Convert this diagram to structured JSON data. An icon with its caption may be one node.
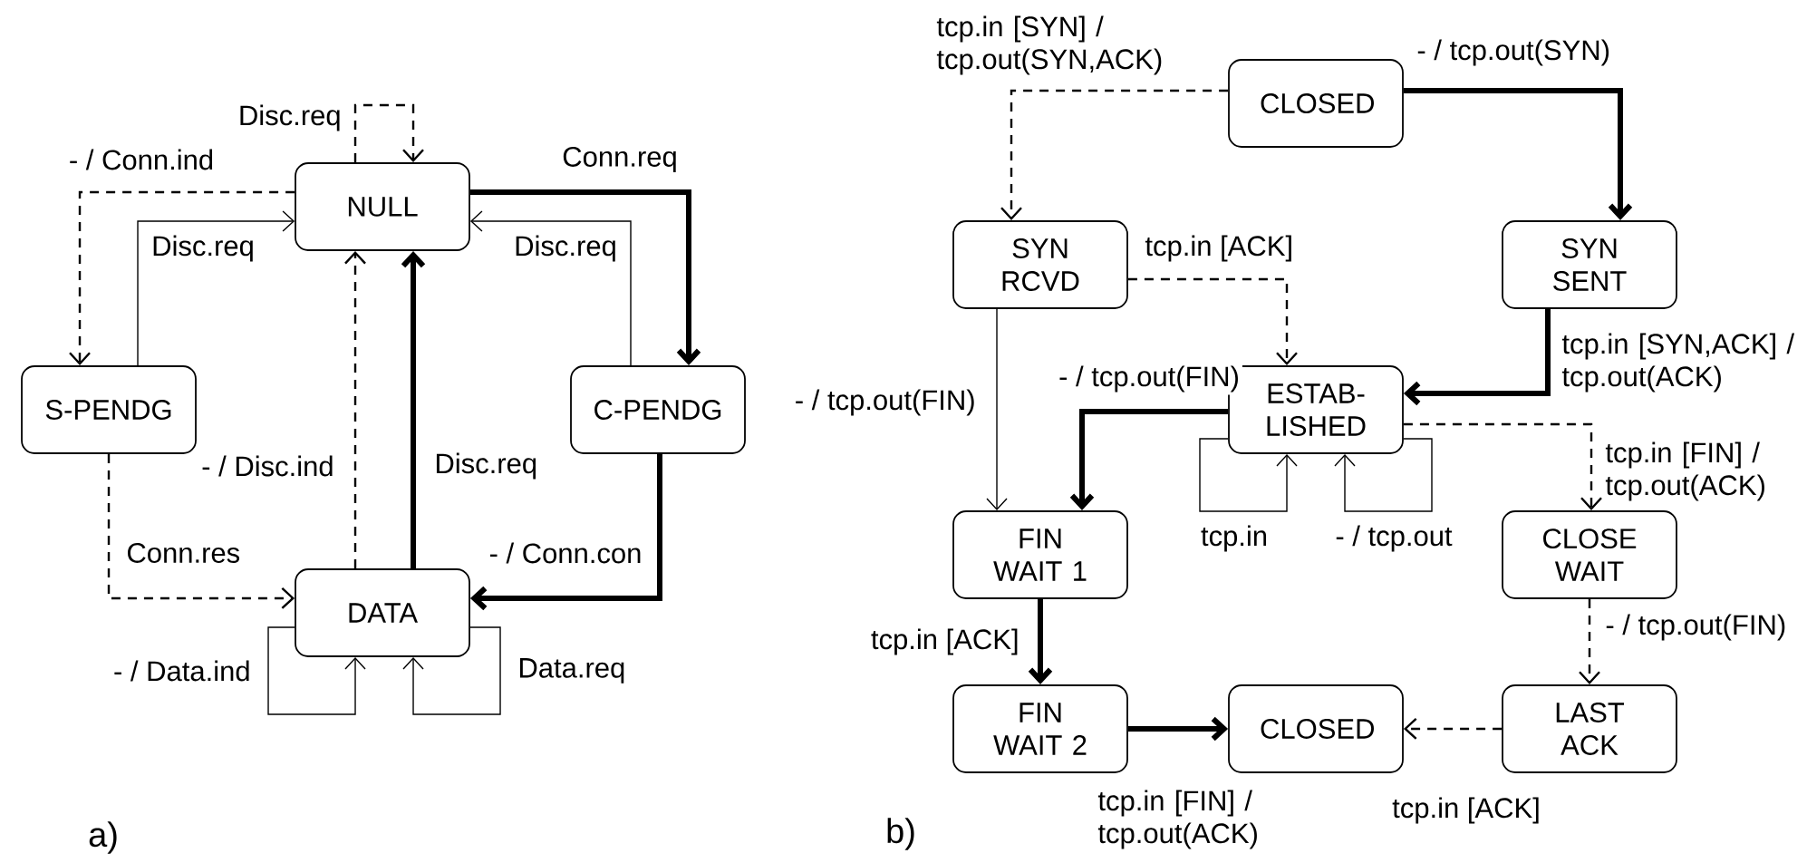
{
  "diagram": {
    "nodes": [
      {
        "text": [
          "NULL"
        ]
      },
      {
        "text": [
          "S-PENDG"
        ]
      },
      {
        "text": [
          "C-PENDG"
        ]
      },
      {
        "text": [
          "DATA"
        ]
      },
      {
        "text": [
          "CLOSED"
        ]
      },
      {
        "text": [
          "SYN RCVD"
        ]
      },
      {
        "text": [
          "SYN SENT"
        ]
      },
      {
        "text": [
          "ESTAB- LISHED"
        ]
      },
      {
        "text": [
          "FIN WAIT 1"
        ]
      },
      {
        "text": [
          "CLOSE WAIT"
        ]
      },
      {
        "text": [
          "FIN WAIT 2"
        ]
      },
      {
        "text": [
          "CLOSED"
        ]
      },
      {
        "text": [
          "LAST ACK"
        ]
      }
    ],
    "edges": [
      {
        "from": 0,
        "to": 1,
        "arrow": "to",
        "label": "- / Conn.ind",
        "style": "dashed"
      },
      {
        "from": 1,
        "to": 0,
        "arrow": "to",
        "label": "Disc.req"
      },
      {
        "from": 0,
        "to": 0,
        "arrow": "to",
        "label": "Disc.req",
        "style": "dashed"
      },
      {
        "from": 0,
        "to": 2,
        "arrow": "to",
        "label": "Conn.req",
        "style": "thick"
      },
      {
        "from": 2,
        "to": 0,
        "arrow": "to",
        "label": "Disc.req"
      },
      {
        "from": 3,
        "to": 0,
        "arrow": "to",
        "label": "- / Disc.ind",
        "style": "dashed"
      },
      {
        "from": 3,
        "to": 0,
        "arrow": "to",
        "label": "Disc.req",
        "style": "thick"
      },
      {
        "from": 1,
        "to": 3,
        "arrow": "to",
        "label": "Conn.res",
        "style": "dashed"
      },
      {
        "from": 2,
        "to": 3,
        "arrow": "to",
        "label": "- / Conn.con",
        "style": "thick"
      },
      {
        "from": 3,
        "to": 3,
        "arrow": "to",
        "label": "- / Data.ind"
      },
      {
        "from": 3,
        "to": 3,
        "arrow": "to",
        "label": "Data.req"
      },
      {
        "from": 4,
        "to": 5,
        "arrow": "to",
        "label": "tcp.in [SYN] / tcp.out(SYN,ACK)",
        "style": "dashed"
      },
      {
        "from": 4,
        "to": 6,
        "arrow": "to",
        "label": "- / tcp.out(SYN)",
        "style": "thick"
      },
      {
        "from": 5,
        "to": 7,
        "arrow": "to",
        "label": "tcp.in [ACK]",
        "style": "dashed"
      },
      {
        "from": 6,
        "to": 7,
        "arrow": "to",
        "label": "tcp.in [SYN,ACK] / tcp.out(ACK)",
        "style": "thick"
      },
      {
        "from": 5,
        "to": 8,
        "arrow": "to",
        "label": "- / tcp.out(FIN)"
      },
      {
        "from": 7,
        "to": 8,
        "arrow": "to",
        "label": "- / tcp.out(FIN)",
        "style": "thick"
      },
      {
        "from": 7,
        "to": 9,
        "arrow": "to",
        "label": "tcp.in [FIN] / tcp.out(ACK)",
        "style": "dashed"
      },
      {
        "from": 7,
        "to": 7,
        "arrow": "to",
        "label": "tcp.in"
      },
      {
        "from": 7,
        "to": 7,
        "arrow": "to",
        "label": "- / tcp.out"
      },
      {
        "from": 8,
        "to": 10,
        "arrow": "to",
        "label": "tcp.in [ACK]",
        "style": "thick"
      },
      {
        "from": 9,
        "to": 12,
        "arrow": "to",
        "label": "- / tcp.out(FIN)",
        "style": "dashed"
      },
      {
        "from": 10,
        "to": 11,
        "arrow": "to",
        "label": "tcp.in [FIN] / tcp.out(ACK)",
        "style": "thick"
      },
      {
        "from": 12,
        "to": 11,
        "arrow": "to",
        "label": "tcp.in [ACK]",
        "style": "dashed"
      }
    ],
    "labels": [
      "a)",
      "b)"
    ]
  }
}
